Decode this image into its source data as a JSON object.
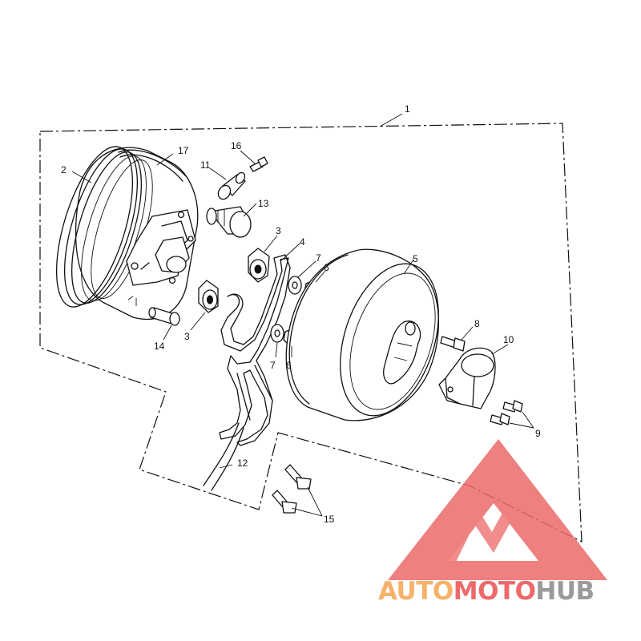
{
  "diagram": {
    "callouts": [
      {
        "id": "c1",
        "label": "1"
      },
      {
        "id": "c2",
        "label": "2"
      },
      {
        "id": "c17",
        "label": "17"
      },
      {
        "id": "c16",
        "label": "16"
      },
      {
        "id": "c11",
        "label": "11"
      },
      {
        "id": "c13",
        "label": "13"
      },
      {
        "id": "c3a",
        "label": "3"
      },
      {
        "id": "c4",
        "label": "4"
      },
      {
        "id": "c7a",
        "label": "7"
      },
      {
        "id": "c6a",
        "label": "6"
      },
      {
        "id": "c5",
        "label": "5"
      },
      {
        "id": "c8",
        "label": "8"
      },
      {
        "id": "c10",
        "label": "10"
      },
      {
        "id": "c14",
        "label": "14"
      },
      {
        "id": "c3b",
        "label": "3"
      },
      {
        "id": "c7b",
        "label": "7"
      },
      {
        "id": "c6b",
        "label": "6"
      },
      {
        "id": "c9",
        "label": "9"
      },
      {
        "id": "c12",
        "label": "12"
      },
      {
        "id": "c15",
        "label": "15"
      }
    ]
  },
  "watermark": {
    "text_part1": "AUTO",
    "text_part2": "MOTO",
    "text_part3": "HUB",
    "color_orange": "#f7b26a",
    "color_red": "#ec6a6a",
    "color_gray": "#9a9a9a"
  }
}
